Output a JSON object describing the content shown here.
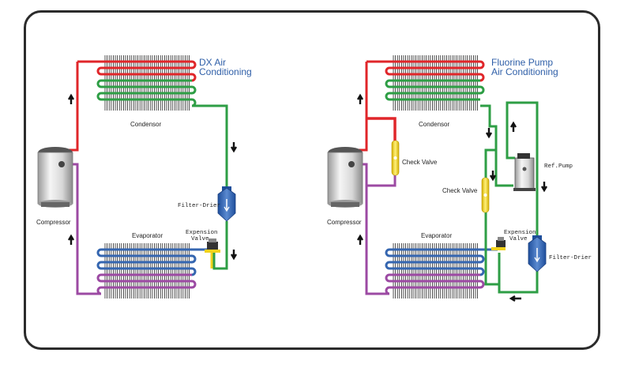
{
  "colors": {
    "red": "#e0262a",
    "green": "#2e9e45",
    "blue": "#3566b0",
    "purple": "#9c4aa3",
    "yellow": "#f2d21b",
    "title_blue": "#2f5fa8",
    "frame": "#2b2b2b"
  },
  "left": {
    "title_line1": "DX Air",
    "title_line2": "Conditioning",
    "condensor": "Condensor",
    "compressor": "Compressor",
    "evaporator": "Evaporator",
    "filter_drier": "Filter-Drier",
    "expansion_line1": "Expension",
    "expansion_line2": "Valve"
  },
  "right": {
    "title_line1": "Fluorine Pump",
    "title_line2": "Air Conditioning",
    "condensor": "Condensor",
    "compressor": "Compressor",
    "evaporator": "Evaporator",
    "filter_drier": "Filter-Drier",
    "expansion_line1": "Expension",
    "expansion_line2": "Valve",
    "check_valve_top": "Check Valve",
    "check_valve_left": "Check Valve",
    "ref_pump": "Ref.Pump"
  }
}
